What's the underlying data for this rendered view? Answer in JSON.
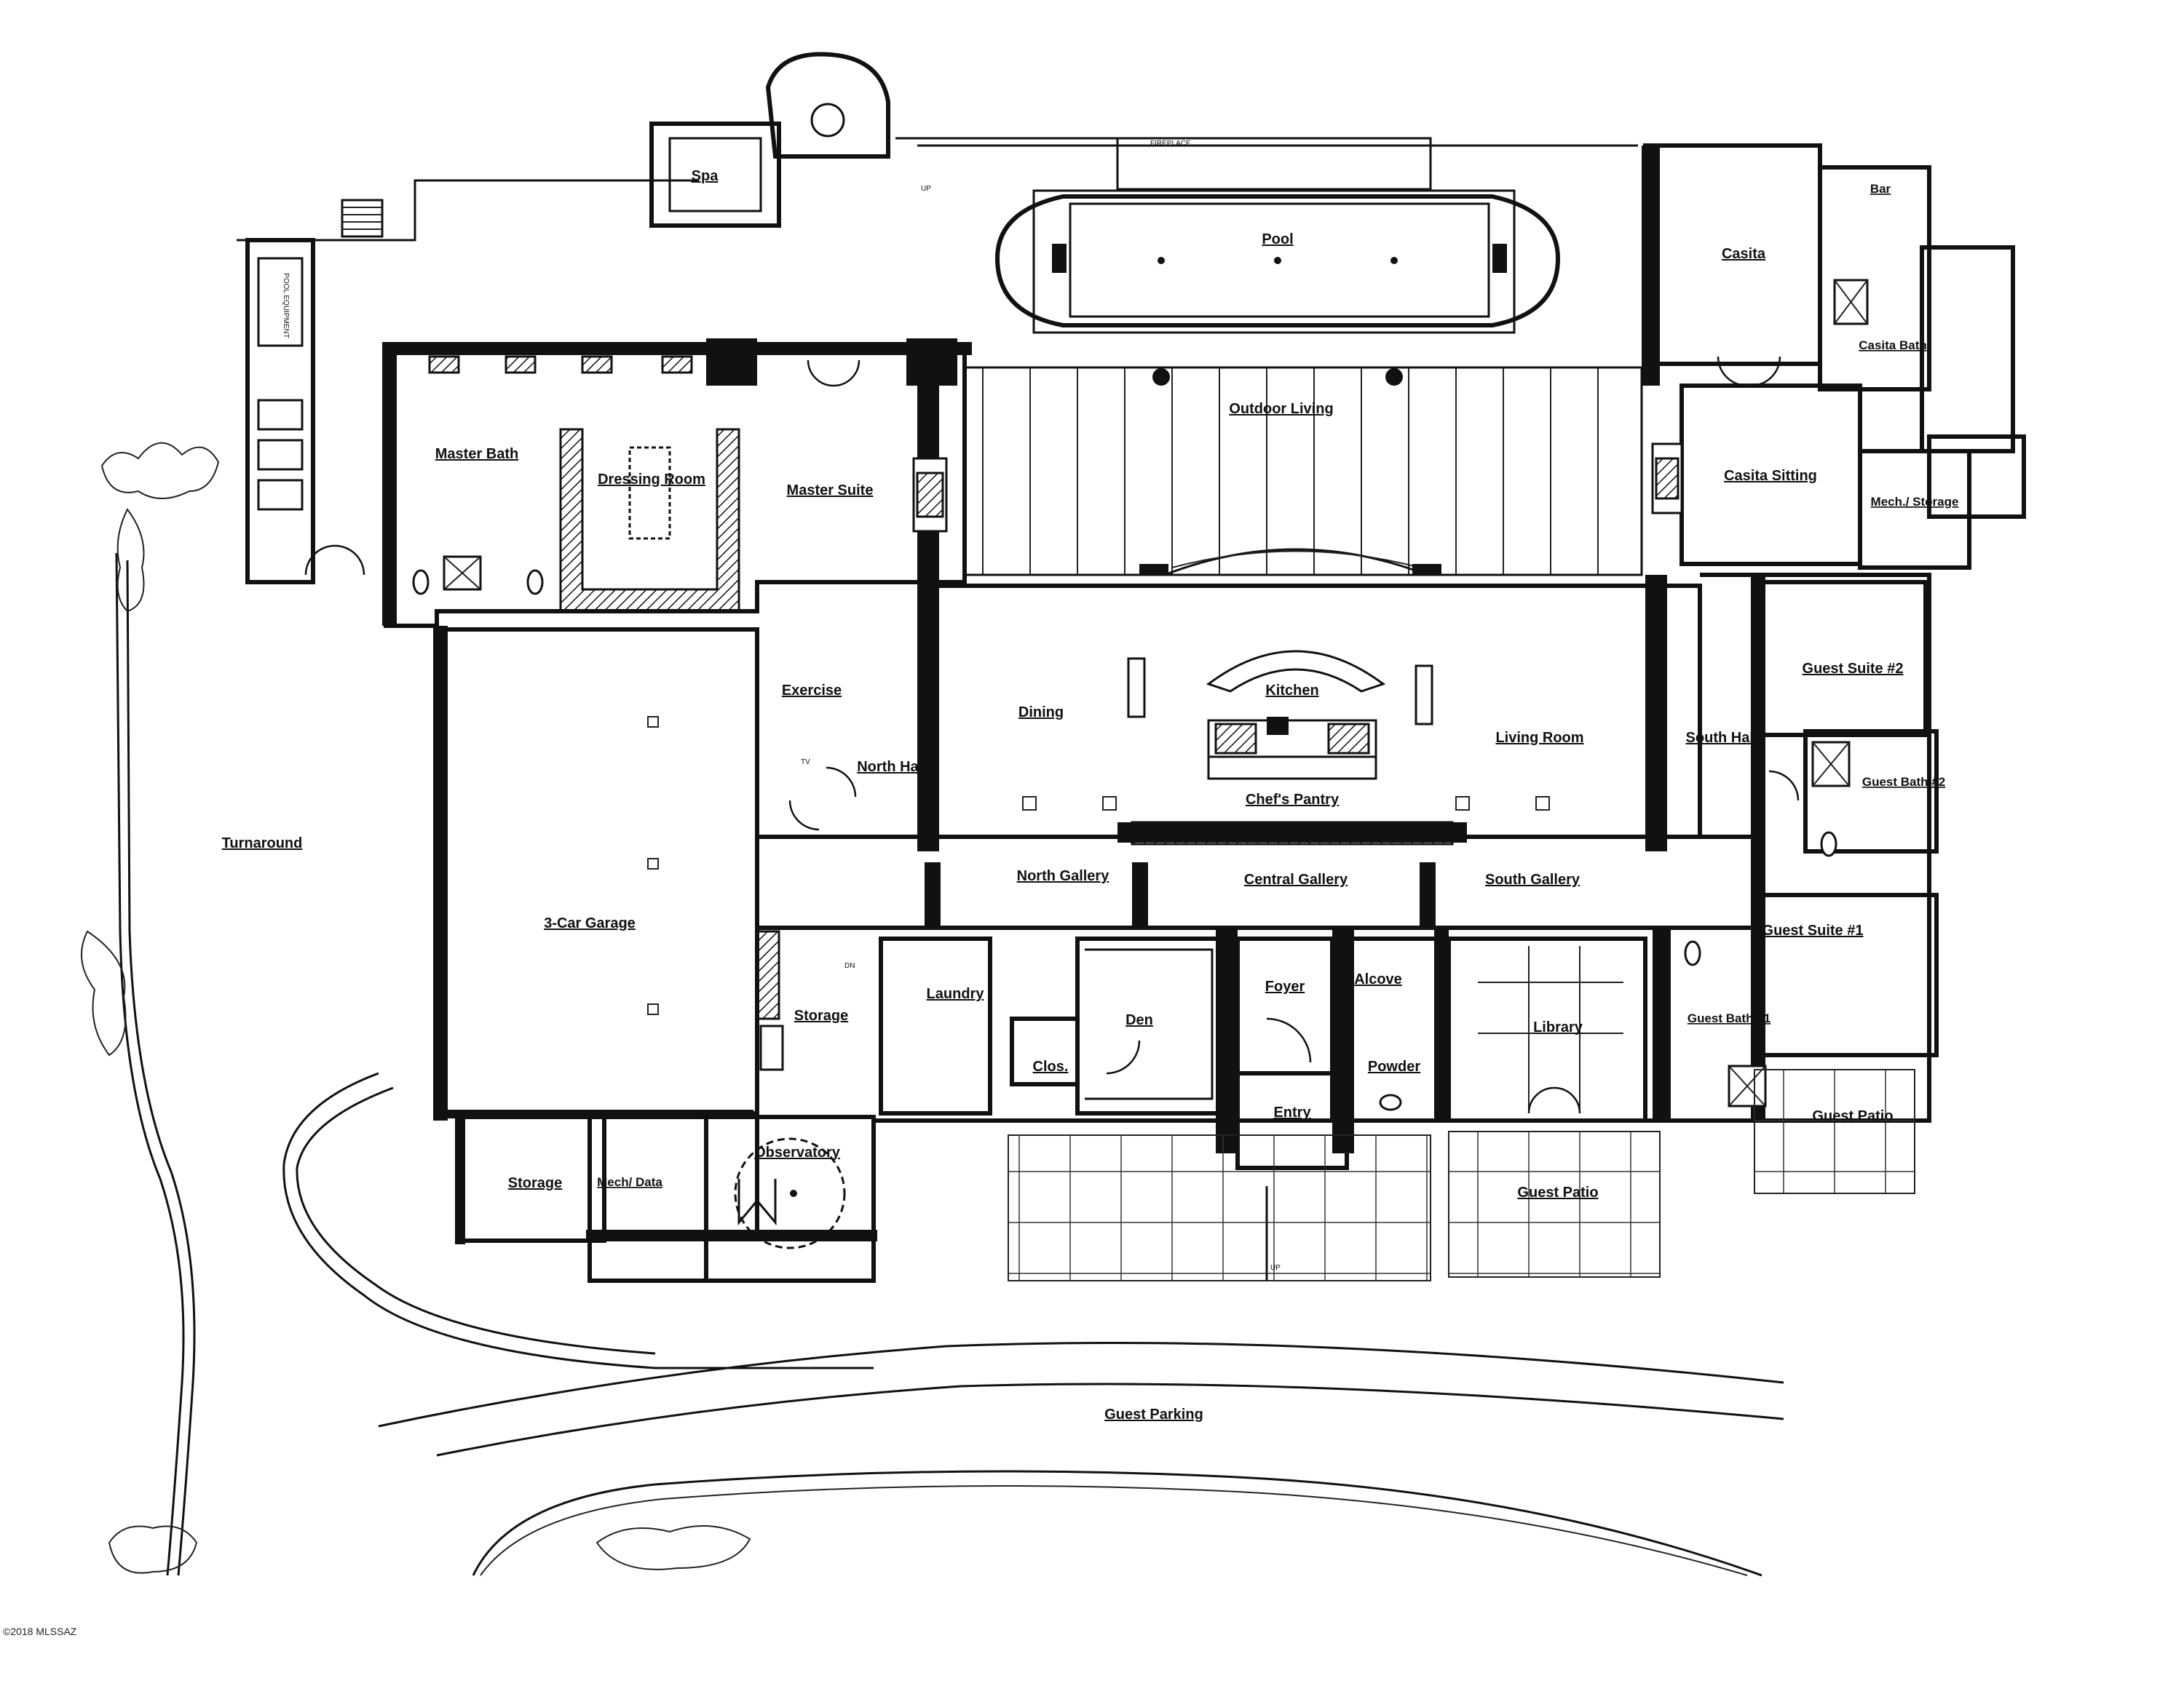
{
  "copyright": "©2018 MLSSAZ",
  "rooms": {
    "spa": "Spa",
    "pool": "Pool",
    "casita": "Casita",
    "bar": "Bar",
    "casita_bath": "Casita Bath",
    "casita_sitting": "Casita Sitting",
    "mech_storage_east": "Mech./ Storage",
    "outdoor_living": "Outdoor Living",
    "master_bath": "Master Bath",
    "dressing_room": "Dressing Room",
    "master_suite": "Master Suite",
    "exercise": "Exercise",
    "north_hall": "North Hall",
    "dining": "Dining",
    "kitchen": "Kitchen",
    "chefs_pantry": "Chef's Pantry",
    "living_room": "Living Room",
    "south_hall": "South Hall",
    "guest_suite_2": "Guest Suite #2",
    "guest_bath_2": "Guest Bath #2",
    "turnaround": "Turnaround",
    "garage": "3-Car Garage",
    "north_gallery": "North Gallery",
    "central_gallery": "Central Gallery",
    "south_gallery": "South Gallery",
    "guest_suite_1": "Guest Suite #1",
    "laundry": "Laundry",
    "storage_west": "Storage",
    "den": "Den",
    "clos": "Clos.",
    "foyer": "Foyer",
    "alcove": "Alcove",
    "powder": "Powder",
    "library": "Library",
    "guest_bath_1": "Guest Bath #1",
    "entry": "Entry",
    "guest_patio_east": "Guest Patio",
    "storage_garage": "Storage",
    "mech_data": "Mech/ Data",
    "observatory": "Observatory",
    "guest_patio": "Guest Patio",
    "guest_parking": "Guest Parking"
  },
  "annotations": {
    "pool_equipment": "POOL EQUIPMENT",
    "up": "UP",
    "fireplace": "FIREPLACE",
    "tv": "TV",
    "dn": "DN"
  }
}
